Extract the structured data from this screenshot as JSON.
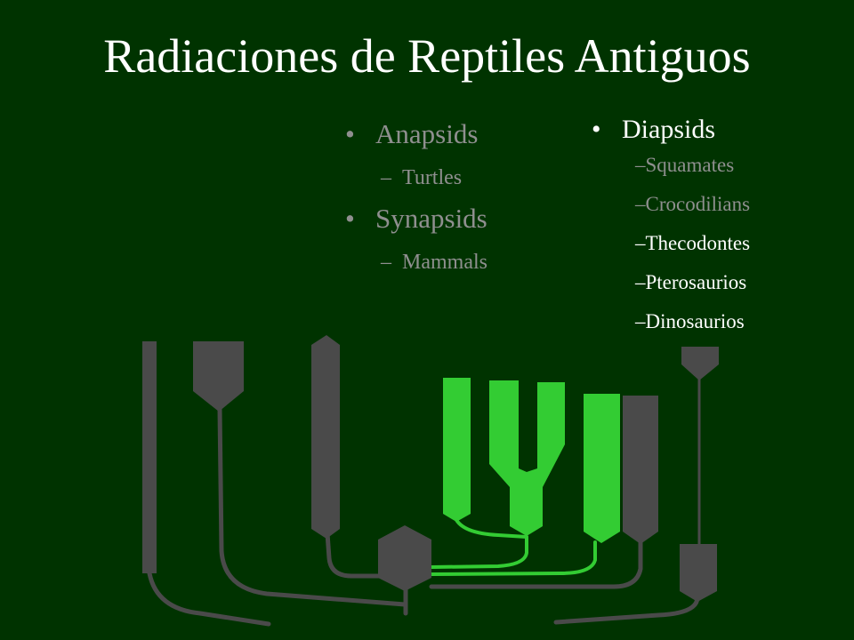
{
  "title": "Radiaciones de Reptiles Antiguos",
  "left_list": {
    "anapsids": "Anapsids",
    "turtles": "–  Turtles",
    "synapsids": "Synapsids",
    "mammals": "–  Mammals"
  },
  "right_list": {
    "diapsids": "Diapsids",
    "items": [
      "–Squamates",
      "–Crocodilians",
      "–Thecodontes",
      "–Pterosaurios",
      "–Dinosaurios"
    ]
  },
  "colors": {
    "background": "#003300",
    "branch_gray": "#4a4a4a",
    "highlight_green": "#33cc33",
    "text_white": "#ffffff",
    "text_muted": "#8f8f8f"
  }
}
